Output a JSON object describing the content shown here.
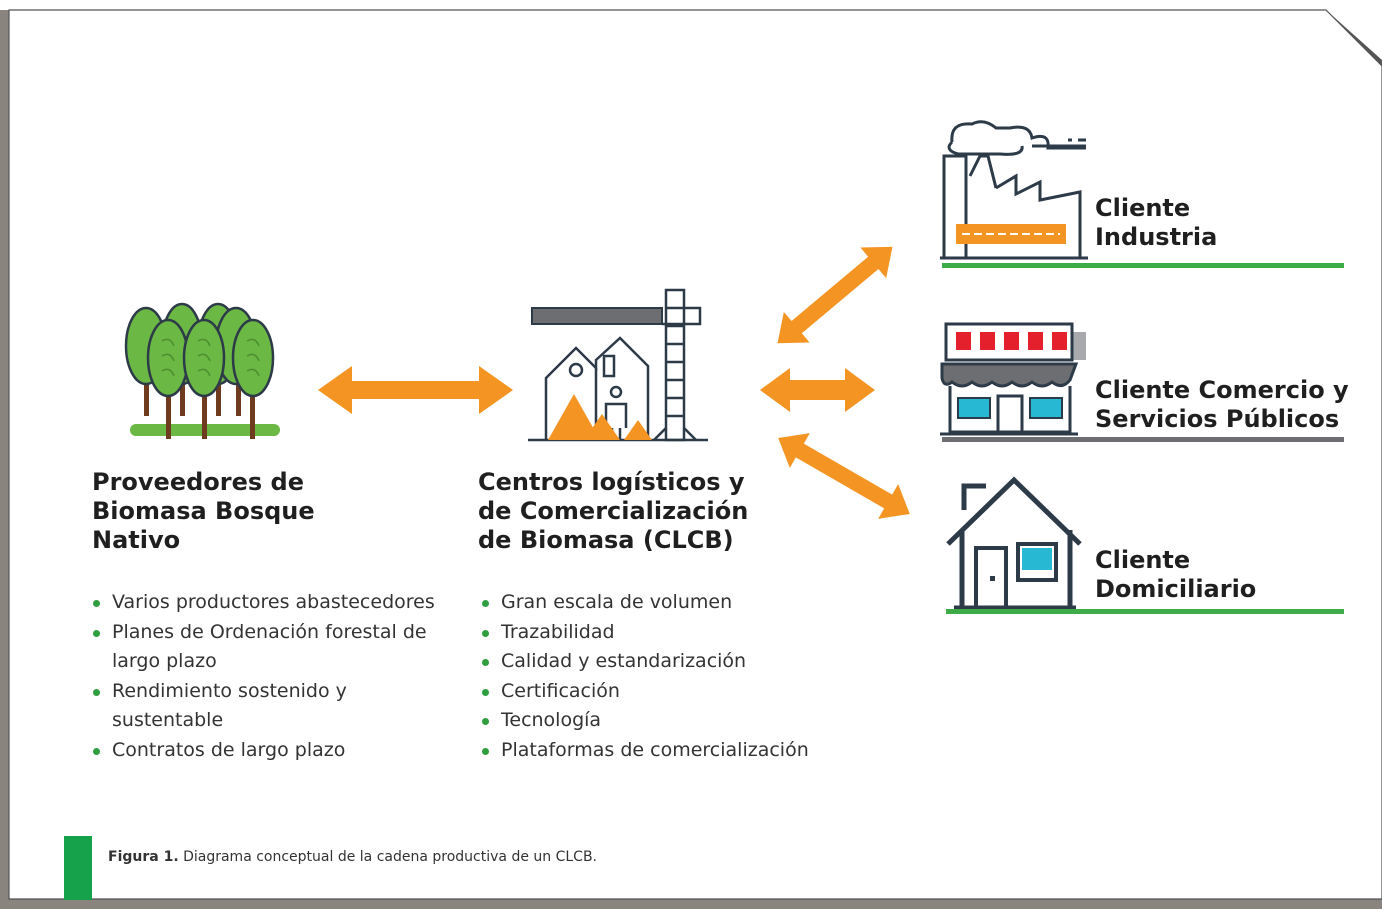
{
  "colors": {
    "frame_gray": "#8a847e",
    "accent_green": "#3cab48",
    "arrow_orange": "#f39423",
    "tree_green": "#6bb845",
    "dark_outline": "#2d3a48",
    "red": "#e3202b",
    "cyan": "#27b9d4"
  },
  "suppliers": {
    "icon": "trees-icon",
    "title_lines": [
      "Proveedores de",
      "Biomasa Bosque",
      "Nativo"
    ],
    "bullets": [
      "Varios productores abastecedores",
      "Planes de Ordenación forestal de largo plazo",
      "Rendimiento sostenido y sustentable",
      "Contratos de largo plazo"
    ]
  },
  "center": {
    "icon": "logistics-center-icon",
    "title_lines": [
      "Centros logísticos y",
      "de Comercialización",
      "de Biomasa (CLCB)"
    ],
    "bullets": [
      "Gran escala de volumen",
      "Trazabilidad",
      "Calidad y estandarización",
      "Certificación",
      "Tecnología",
      "Plataformas de comercialización"
    ]
  },
  "clients": [
    {
      "icon": "factory-icon",
      "lines": [
        "Cliente",
        "Industria"
      ],
      "underline": "green"
    },
    {
      "icon": "storefront-icon",
      "lines": [
        "Cliente Comercio y",
        "Servicios Públicos"
      ],
      "underline": "gray"
    },
    {
      "icon": "house-icon",
      "lines": [
        "Cliente",
        "Domiciliario"
      ],
      "underline": "green"
    }
  ],
  "caption": {
    "label": "Figura 1.",
    "text": " Diagrama conceptual de la cadena productiva de un CLCB."
  }
}
